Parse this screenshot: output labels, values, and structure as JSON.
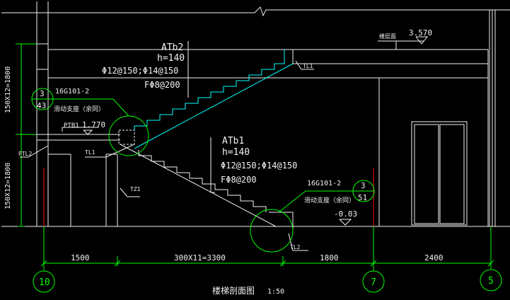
{
  "drawing": {
    "title": "楼梯剖面图",
    "scale": "1:50"
  },
  "stair_upper": {
    "code": "ATb2",
    "height": "h=140",
    "rebar_main": "Φ12@150;Φ14@150",
    "rebar_dist": "FΦ8@200"
  },
  "stair_lower": {
    "code": "ATb1",
    "height": "h=140",
    "rebar_main": "Φ12@150;Φ14@150",
    "rebar_dist": "FΦ8@200"
  },
  "levels": {
    "top_label": "楼层面",
    "top_value": "3.570",
    "mid_tag": "PTB1",
    "mid_value": "1.770",
    "bottom_value": "-0.03"
  },
  "tags": {
    "tl1_upper": "TL1",
    "tl1_left": "TL1",
    "tl2_bottom": "TL2",
    "ptl2": "PTL2",
    "tz1": "TZ1"
  },
  "details": {
    "left_ref": "16G101-2",
    "left_note": "滑动支座（余同）",
    "left_top": "3",
    "left_bottom": "43",
    "right_ref": "16G101-2",
    "right_note": "滑动支座（余同）",
    "right_top": "3",
    "right_bottom": "51"
  },
  "vertical_dims": {
    "upper": "150X12=1800",
    "lower": "150X12=1800"
  },
  "horizontal_dims": {
    "seg1": "1500",
    "seg2": "300X11=3300",
    "seg3": "1800",
    "seg4": "2400"
  },
  "grid_axes": {
    "left": "10",
    "middle": "7",
    "right": "5"
  },
  "colors": {
    "background": "#000000",
    "outline": "#f2f2f2",
    "stair": "#00ffff",
    "annotation": "#00ff00",
    "axis": "#ff0000"
  }
}
